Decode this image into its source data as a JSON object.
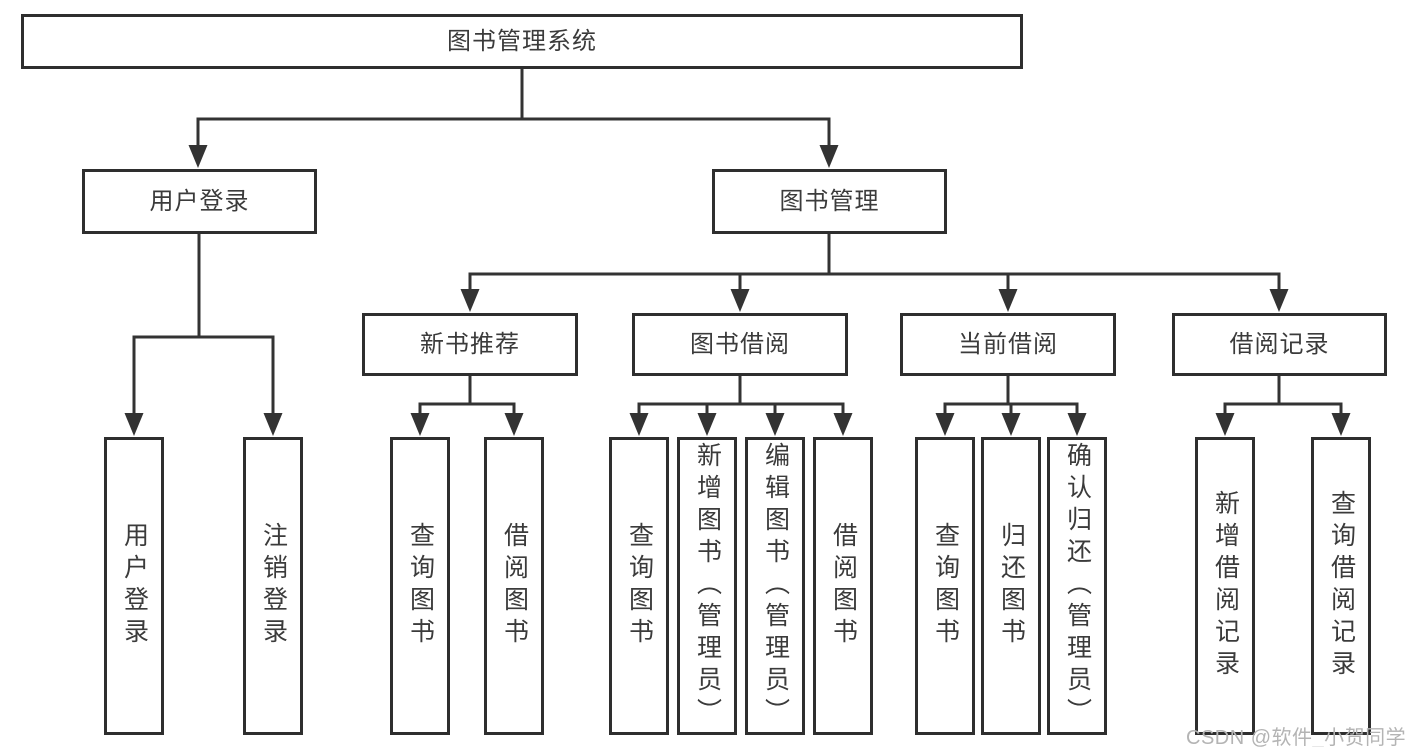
{
  "diagram": {
    "type": "tree",
    "nodes": {
      "root": "图书管理系统",
      "user_login": "用户登录",
      "book_mgmt": "图书管理",
      "new_book": "新书推荐",
      "book_borrow": "图书借阅",
      "current_borrow": "当前借阅",
      "borrow_record": "借阅记录",
      "ul_login": "用户登录",
      "ul_logout": "注销登录",
      "nb_query": "查询图书",
      "nb_borrow": "借阅图书",
      "bb_query": "查询图书",
      "bb_add": "新增图书（管理员）",
      "bb_edit": "编辑图书（管理员）",
      "bb_borrow": "借阅图书",
      "cb_query": "查询图书",
      "cb_return": "归还图书",
      "cb_confirm": "确认归还（管理员）",
      "br_add": "新增借阅记录",
      "br_query": "查询借阅记录"
    },
    "edges": [
      [
        "root",
        "user_login"
      ],
      [
        "root",
        "book_mgmt"
      ],
      [
        "user_login",
        "ul_login"
      ],
      [
        "user_login",
        "ul_logout"
      ],
      [
        "book_mgmt",
        "new_book"
      ],
      [
        "book_mgmt",
        "book_borrow"
      ],
      [
        "book_mgmt",
        "current_borrow"
      ],
      [
        "book_mgmt",
        "borrow_record"
      ],
      [
        "new_book",
        "nb_query"
      ],
      [
        "new_book",
        "nb_borrow"
      ],
      [
        "book_borrow",
        "bb_query"
      ],
      [
        "book_borrow",
        "bb_add"
      ],
      [
        "book_borrow",
        "bb_edit"
      ],
      [
        "book_borrow",
        "bb_borrow"
      ],
      [
        "current_borrow",
        "cb_query"
      ],
      [
        "current_borrow",
        "cb_return"
      ],
      [
        "current_borrow",
        "cb_confirm"
      ],
      [
        "borrow_record",
        "br_add"
      ],
      [
        "borrow_record",
        "br_query"
      ]
    ]
  },
  "watermark": "CSDN @软件_小贺同学",
  "colors": {
    "line": "#333333",
    "box_border": "#2e2e2e",
    "text": "#3b3b3b",
    "watermark": "#b4b4b4",
    "background": "#ffffff"
  }
}
